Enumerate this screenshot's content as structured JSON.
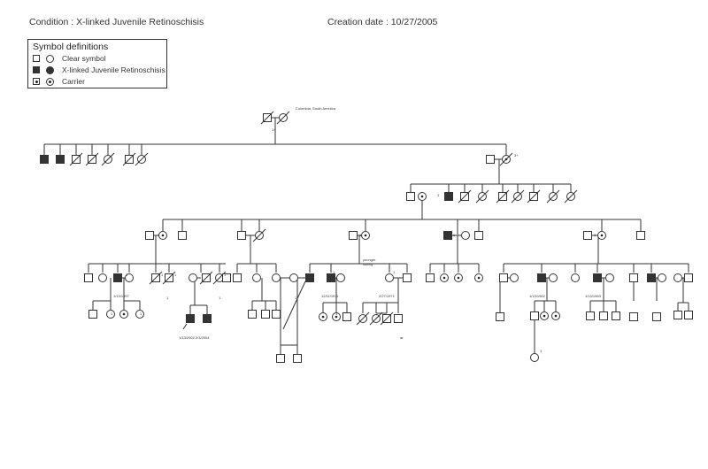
{
  "header": {
    "condition": "Condition : X-linked Juvenile Retinoschisis",
    "creation": "Creation date : 10/27/2005"
  },
  "legend": {
    "title": "Symbol definitions",
    "clear": "Clear symbol",
    "affected": "X-linked Juvenile Retinoschisis",
    "carrier": "Carrier"
  },
  "annotations": {
    "origin": "Colombia, South America",
    "a_1": "1+",
    "a_2": "3+",
    "a_3": "1",
    "a_4": "1",
    "a_5": "1",
    "a_6": "1",
    "a_7": "1",
    "a_8": "1",
    "a_9": "1",
    "a_10": "1",
    "a_11": "1",
    "a_12": "1",
    "a_13": "1",
    "a_14": "1/13/1997",
    "a_15": "1",
    "a_16": "1",
    "a_17": "1/13/2002 2/3/2004",
    "a_18": "1",
    "a_19": "1",
    "a_20": "1",
    "a_21": "1",
    "a_22": "younger",
    "a_23": "sibling",
    "a_24": "1",
    "a_25": "12/11/1971",
    "a_26": "1",
    "a_27": "2/27/1971",
    "a_28": "1",
    "a_29": "1",
    "a_30": "1",
    "a_31": "1",
    "a_32": "1/13/1962",
    "a_33": "1/13/1963",
    "a_34": "=",
    "a_35": "1"
  }
}
